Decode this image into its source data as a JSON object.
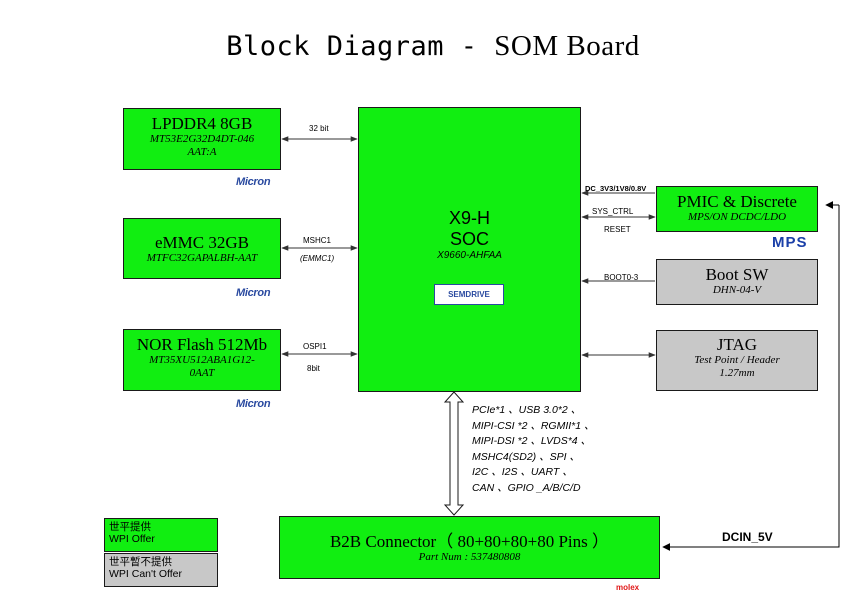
{
  "title": {
    "main": "Block Diagram  - ",
    "board": "SOM Board"
  },
  "soc": {
    "name": "X9-H",
    "type": "SOC",
    "part": "X9660-AHFAA",
    "logo_text": "SEMDRIVE"
  },
  "lpddr4": {
    "name": "LPDDR4 8GB",
    "part_line1": "MT53E2G32D4DT-046",
    "part_line2": "AAT:A",
    "vendor": "Micron",
    "bus": "32 bit"
  },
  "emmc": {
    "name": "eMMC 32GB",
    "part": "MTFC32GAPALBH-AAT",
    "vendor": "Micron",
    "bus": "MSHC1",
    "bus2": "(EMMC1)"
  },
  "nor": {
    "name": "NOR Flash 512Mb",
    "part_line1": "MT35XU512ABA1G12-",
    "part_line2": "0AAT",
    "vendor": "Micron",
    "bus": "OSPI1",
    "bus2": "8bit"
  },
  "pmic": {
    "name": "PMIC & Discrete",
    "part": "MPS/ON  DCDC/LDO",
    "vendor": "MPS",
    "sig_dc": "DC_3V3/1V8/0.8V",
    "sig_ctrl": "SYS_CTRL",
    "sig_reset": "RESET"
  },
  "bootsw": {
    "name": "Boot SW",
    "part": "DHN-04-V",
    "sig": "BOOT0-3"
  },
  "jtag": {
    "name": "JTAG",
    "part_line1": "Test Point / Header",
    "part_line2": "1.27mm"
  },
  "interfaces": [
    "PCIe*1 、USB 3.0*2 、",
    "MIPI-CSI *2 、RGMII*1 、",
    "MIPI-DSI *2 、LVDS*4 、",
    "MSHC4(SD2) 、SPI 、",
    "I2C 、I2S 、UART  、",
    "CAN 、GPIO _A/B/C/D"
  ],
  "b2b": {
    "name": "B2B Connector（ 80+80+80+80 Pins ）",
    "part": "Part Num : 537480808",
    "vendor": "molex"
  },
  "power": {
    "label": "DCIN_5V"
  },
  "legend": {
    "offer_cn": "世平提供",
    "offer_en": "WPI Offer",
    "nooffer_cn": "世平暫不提供",
    "nooffer_en": "WPI Can't Offer"
  },
  "colors": {
    "offer": "#11ee11",
    "nooffer": "#c8c8c8",
    "micron": "#2a4aa0",
    "mps": "#1a3fa8",
    "molex": "#e01818"
  }
}
